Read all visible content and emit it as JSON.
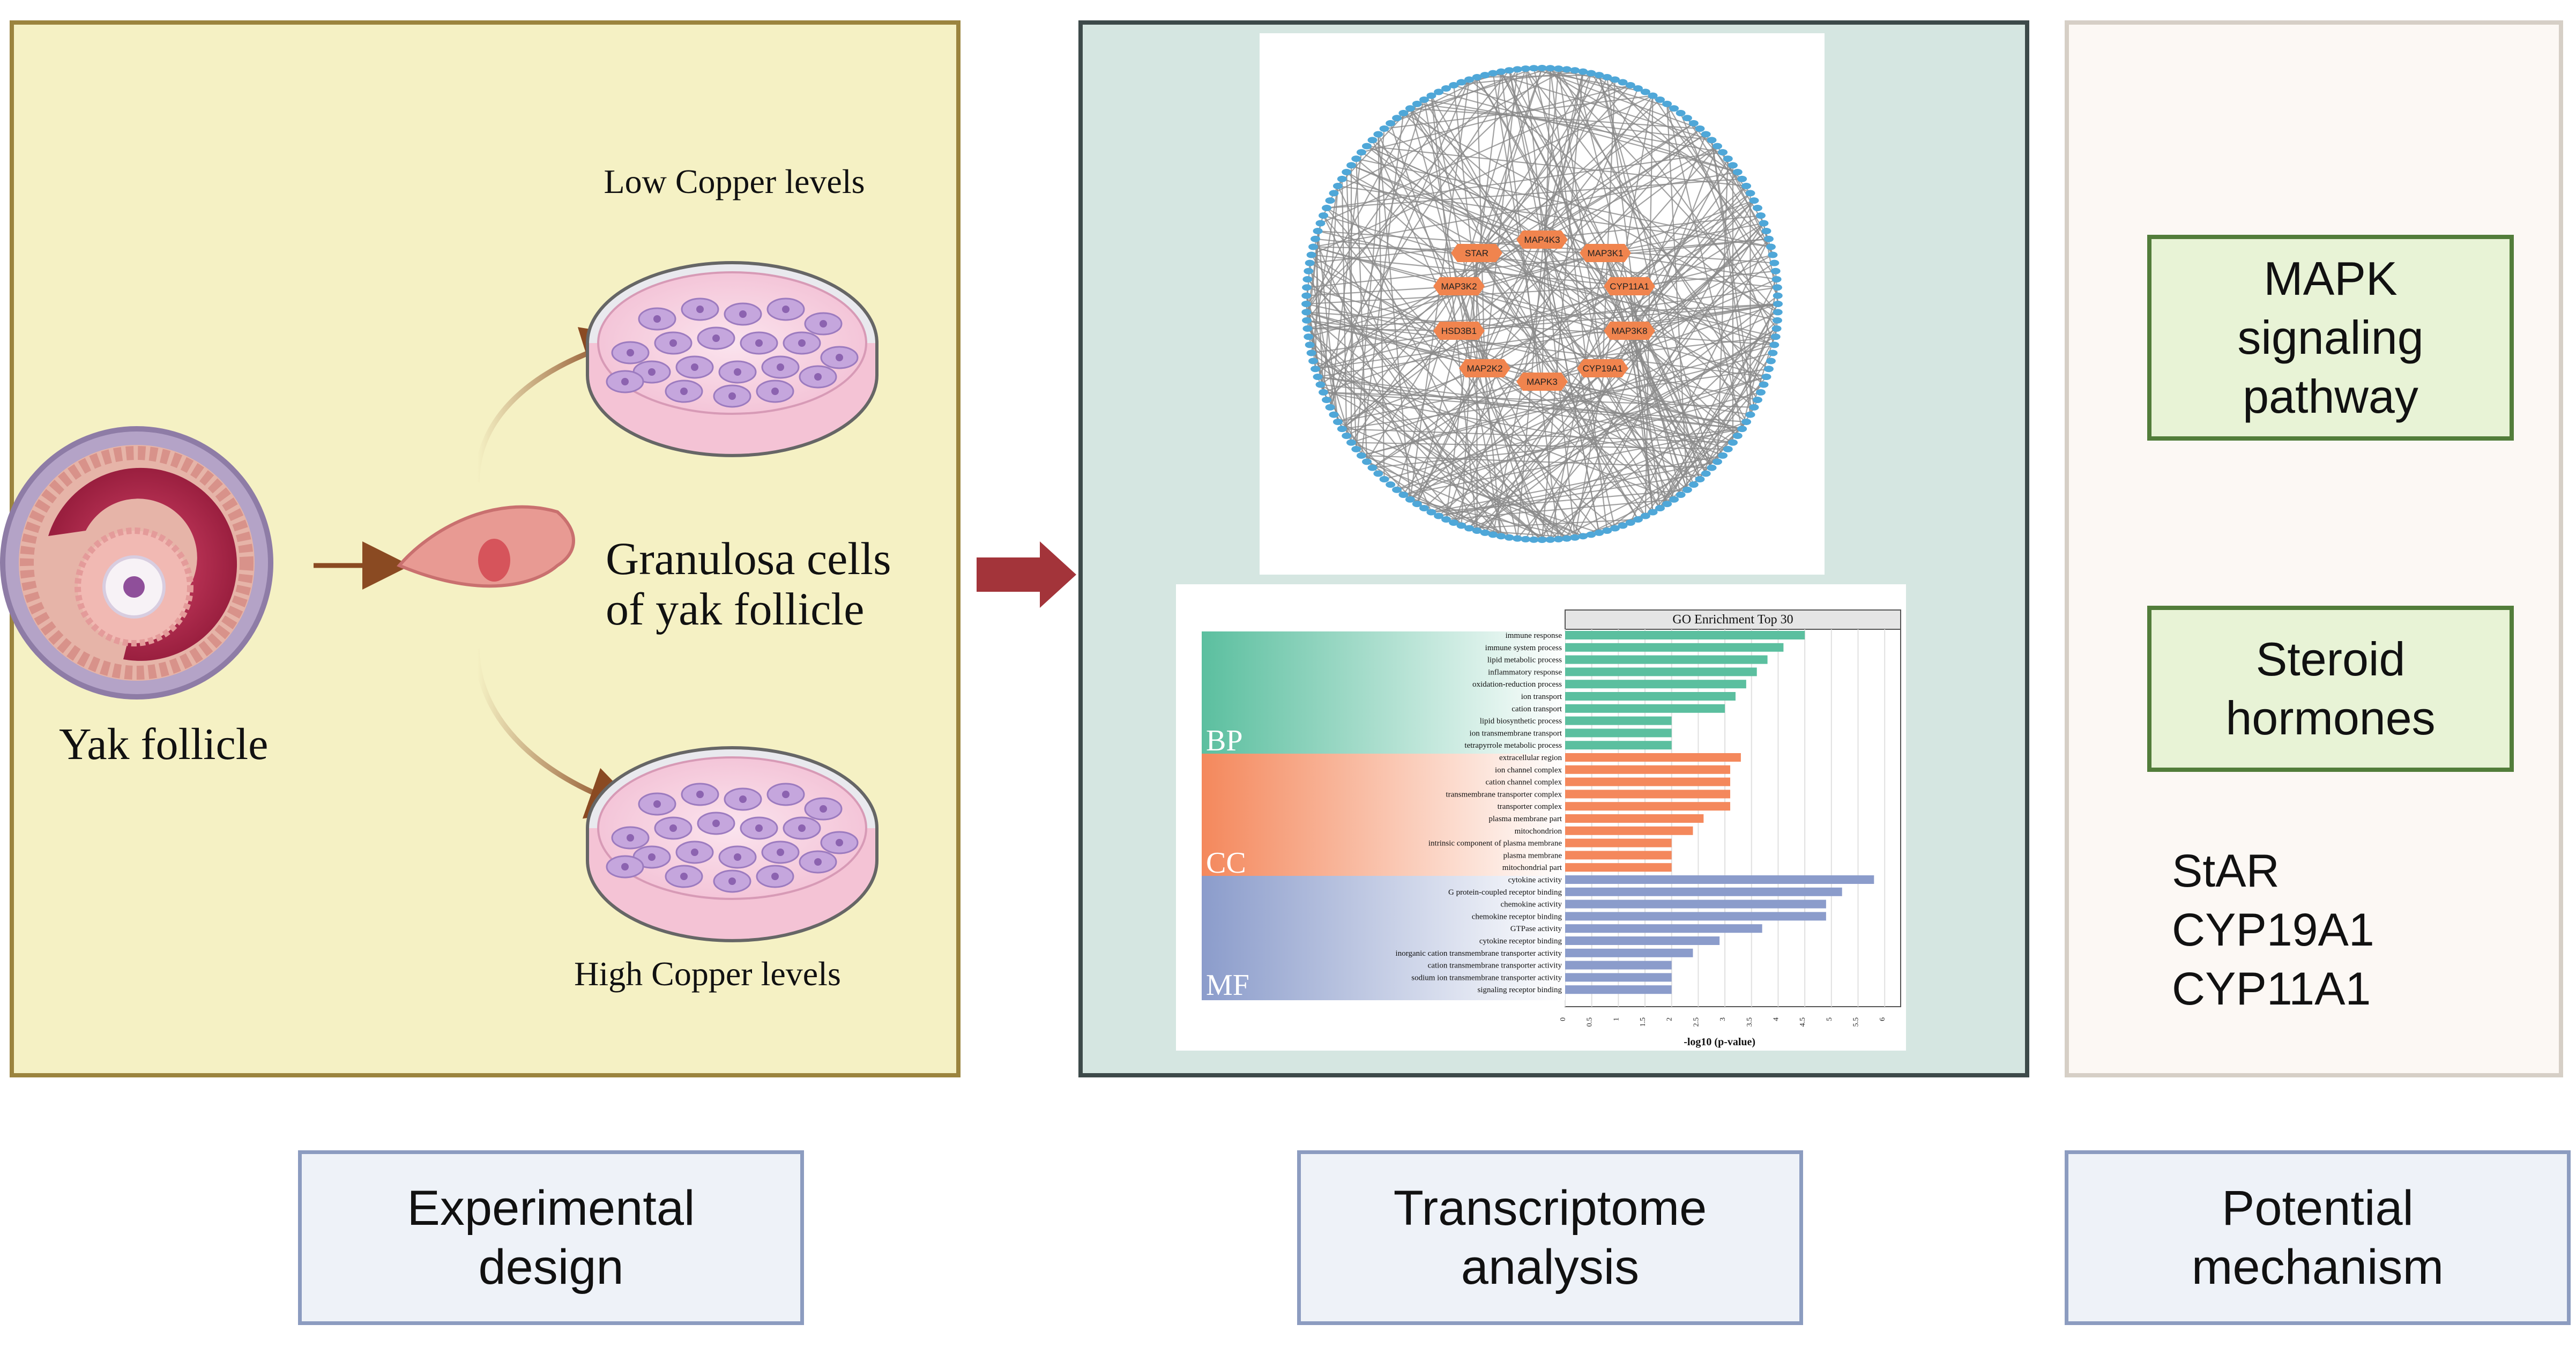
{
  "panels": {
    "experimental": {
      "follicle_label": "Yak follicle",
      "low_label": "Low Copper levels",
      "high_label": "High Copper levels",
      "cells_label_line1": "Granulosa cells",
      "cells_label_line2": "of yak follicle"
    },
    "transcriptome": {
      "network_nodes": [
        "MAP4K3",
        "STAR",
        "MAP3K1",
        "MAP3K2",
        "CYP11A1",
        "HSD3B1",
        "MAP3K8",
        "MAP2K2",
        "CYP19A1",
        "MAPK3"
      ],
      "go_chart": {
        "title": "GO Enrichment Top 30",
        "xlabel": "-log10 (p-value)",
        "ticks": [
          "0",
          "0.5",
          "1",
          "1.5",
          "2",
          "2.5",
          "3",
          "3.5",
          "4",
          "4.5",
          "5",
          "5.5",
          "6"
        ],
        "groups": [
          {
            "name": "BP",
            "color": "#5bbf9f",
            "terms": [
              "immune response",
              "immune system process",
              "lipid metabolic process",
              "inflammatory response",
              "oxidation-reduction process",
              "ion transport",
              "cation transport",
              "lipid biosynthetic process",
              "ion transmembrane transport",
              "tetrapyrrole metabolic process"
            ],
            "values": [
              4.5,
              4.1,
              3.8,
              3.6,
              3.4,
              3.2,
              3.0,
              2.0,
              2.0,
              2.0
            ]
          },
          {
            "name": "CC",
            "color": "#f4885c",
            "terms": [
              "extracellular region",
              "ion channel complex",
              "cation channel complex",
              "transmembrane transporter complex",
              "transporter complex",
              "plasma membrane part",
              "mitochondrion",
              "intrinsic component of plasma membrane",
              "plasma membrane",
              "mitochondrial part"
            ],
            "values": [
              3.3,
              3.1,
              3.1,
              3.1,
              3.1,
              2.6,
              2.4,
              2.0,
              2.0,
              2.0
            ]
          },
          {
            "name": "MF",
            "color": "#8b9ccb",
            "terms": [
              "cytokine activity",
              "G protein-coupled receptor binding",
              "chemokine activity",
              "chemokine receptor binding",
              "GTPase activity",
              "cytokine receptor binding",
              "inorganic cation transmembrane transporter activity",
              "cation transmembrane transporter activity",
              "sodium ion transmembrane transporter activity",
              "signaling receptor binding"
            ],
            "values": [
              5.8,
              5.2,
              4.9,
              4.9,
              3.7,
              2.9,
              2.4,
              2.0,
              2.0,
              2.0
            ]
          }
        ]
      }
    },
    "potential": {
      "box1": "MAPK signaling pathway",
      "box1_lines": [
        "MAPK",
        "signaling",
        "pathway"
      ],
      "box2_lines": [
        "Steroid",
        "hormones"
      ],
      "genes": [
        "StAR",
        "CYP19A1",
        "CYP11A1"
      ]
    }
  },
  "bottom_labels": {
    "exp": [
      "Experimental",
      "design"
    ],
    "tx": [
      "Transcriptome",
      "analysis"
    ],
    "pot": [
      "Potential",
      "mechanism"
    ]
  },
  "colors": {
    "exp_bg": "#f5f1c4",
    "tx_bg": "#d5e6e1",
    "pot_bg": "#fcf8f4",
    "arrow_red": "#a3343a",
    "node_orange": "#f0844e",
    "dark_red_arrow": "#6e1a1e"
  }
}
